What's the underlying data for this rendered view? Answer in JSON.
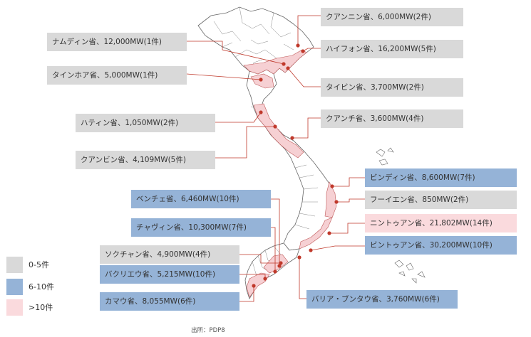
{
  "legend": [
    {
      "key": "gray",
      "label": "0-5件",
      "color": "#d9d9d9"
    },
    {
      "key": "blue",
      "label": "6-10件",
      "color": "#95b3d7"
    },
    {
      "key": "pink",
      "label": ">10件",
      "color": "#fadadd"
    }
  ],
  "labels": [
    {
      "text": "クアンニン省、6,000MW(2件)",
      "cat": "gray"
    },
    {
      "text": "ナムディン省、12,000MW(1件)",
      "cat": "gray"
    },
    {
      "text": "ハイフォン省、16,200MW(5件)",
      "cat": "gray"
    },
    {
      "text": "タインホア省、5,000MW(1件)",
      "cat": "gray"
    },
    {
      "text": "タイビン省、3,700MW(2件)",
      "cat": "gray"
    },
    {
      "text": "ハティン省、1,050MW(2件)",
      "cat": "gray"
    },
    {
      "text": "クアンチ省、3,600MW(4件)",
      "cat": "gray"
    },
    {
      "text": "クアンビン省、4,109MW(5件)",
      "cat": "gray"
    },
    {
      "text": "ビンディン省、8,600MW(7件)",
      "cat": "blue"
    },
    {
      "text": "ベンチェ省、6,460MW(10件)",
      "cat": "blue"
    },
    {
      "text": "フーイエン省、850MW(2件)",
      "cat": "gray"
    },
    {
      "text": "チャヴィン省、10,300MW(7件)",
      "cat": "blue"
    },
    {
      "text": "ニントゥアン省、21,802MW(14件)",
      "cat": "pink"
    },
    {
      "text": "ビントゥアン省、30,200MW(10件)",
      "cat": "blue"
    },
    {
      "text": "ソクチャン省、4,900MW(4件)",
      "cat": "gray"
    },
    {
      "text": "バクリエウ省、5,215MW(10件)",
      "cat": "blue"
    },
    {
      "text": "カマウ省、8,055MW(6件)",
      "cat": "blue"
    },
    {
      "text": "バリア・ブンタウ省、3,760MW(6件)",
      "cat": "blue"
    }
  ],
  "source": "出所：PDP8",
  "colors": {
    "map_fill": "#ffffff",
    "map_border": "#666666",
    "highlight_fill": "#f6d0d3",
    "highlight_border": "#c05a5a",
    "leader_line": "#c0392b",
    "dot": "#c0392b"
  }
}
